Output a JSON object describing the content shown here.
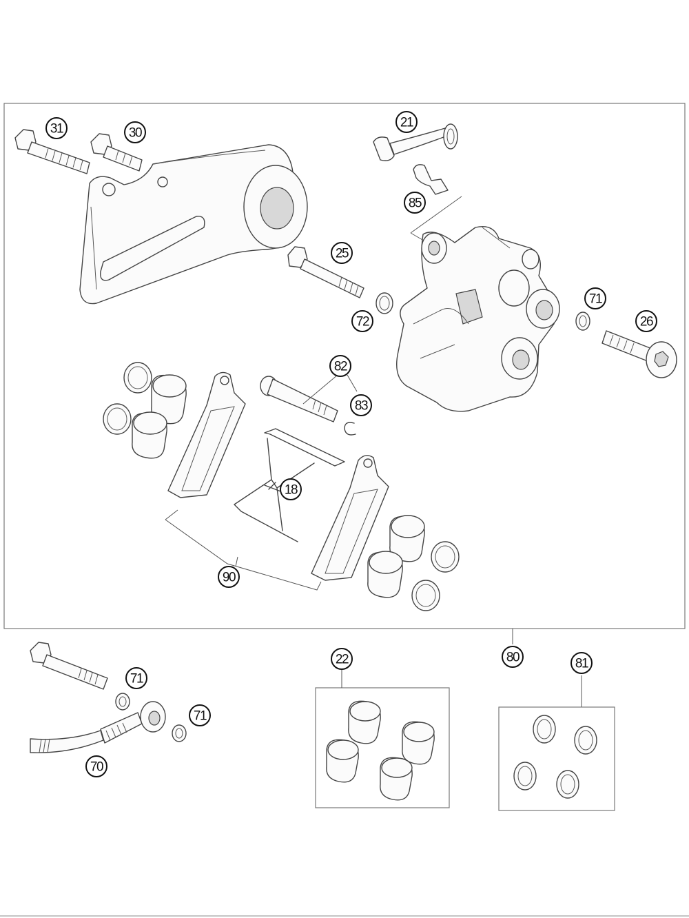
{
  "callouts": {
    "c31": "31",
    "c30": "30",
    "c21": "21",
    "c85": "85",
    "c25": "25",
    "c72": "72",
    "c71a": "71",
    "c26": "26",
    "c82": "82",
    "c83": "83",
    "c18": "18",
    "c90": "90",
    "c80": "80",
    "c22": "22",
    "c81": "81",
    "c71b": "71",
    "c71c": "71",
    "c70": "70"
  },
  "colors": {
    "line": "#444444",
    "frame": "#777777",
    "background": "#ffffff"
  }
}
